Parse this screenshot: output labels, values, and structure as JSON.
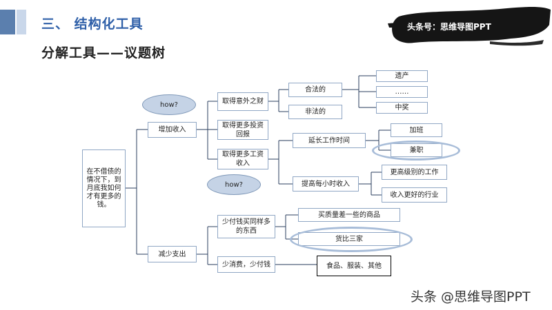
{
  "header": {
    "section_title": "三、 结构化工具",
    "sub_title": "分解工具——议题树",
    "brand_badge": "头条号：思维导图PPT"
  },
  "watermark": "头条 @思维导图PPT",
  "tree": {
    "root": "在不借债的情况下，到月底我如何才有更多的钱。",
    "bubble_top": "how?",
    "bubble_mid": "how?",
    "increase": {
      "label": "增加收入",
      "windfall": {
        "label": "取得意外之财",
        "legal": {
          "label": "合法的",
          "items": [
            "遗产",
            "……",
            "中奖"
          ]
        },
        "illegal": "非法的"
      },
      "investment": "取得更多投资回报",
      "wages": {
        "label": "取得更多工资收入",
        "overtime": {
          "label": "延长工作时间",
          "items": [
            "加班",
            "兼职"
          ]
        },
        "hourly": {
          "label": "提高每小时收入",
          "items": [
            "更高级别的工作",
            "收入更好的行业"
          ]
        }
      }
    },
    "reduce": {
      "label": "减少支出",
      "pay_less_same": {
        "label": "少付钱买同样多的东西",
        "items": [
          "买质量差一些的商品",
          "货比三家"
        ]
      },
      "consume_less": {
        "label": "少消费，少付钱",
        "item": "食品、服装、其他"
      }
    }
  },
  "colors": {
    "accent": "#2e5fa8",
    "connector": "#2a3d5c",
    "bubble": "#c5d3e6",
    "highlight_ring": "#a7bcd8"
  }
}
